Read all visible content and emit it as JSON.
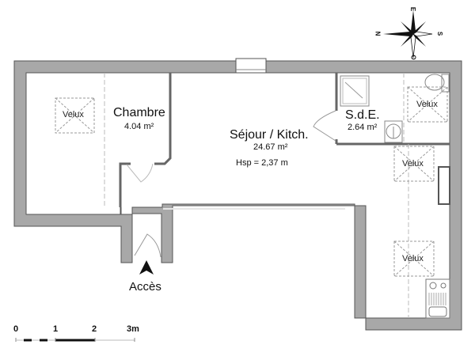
{
  "compass": {
    "north": "N",
    "east": "E",
    "south": "S",
    "west": "O"
  },
  "rooms": [
    {
      "id": "chambre",
      "name": "Chambre",
      "area": "4.04 m²"
    },
    {
      "id": "sejour",
      "name": "Séjour / Kitch.",
      "area": "24.67 m²",
      "height": "Hsp =  2,37 m"
    },
    {
      "id": "sde",
      "name": "S.d.E.",
      "area": "2.64 m²"
    }
  ],
  "velux": [
    {
      "label": "Velux"
    },
    {
      "label": "Velux"
    },
    {
      "label": "Velux"
    },
    {
      "label": "Velux"
    }
  ],
  "entrance": {
    "label": "Accès"
  },
  "scale": {
    "ticks": [
      "0",
      "1",
      "2",
      "3m"
    ]
  },
  "colors": {
    "wall": "#a8a8a8",
    "wall_edge": "#555555",
    "dash": "#999999"
  }
}
